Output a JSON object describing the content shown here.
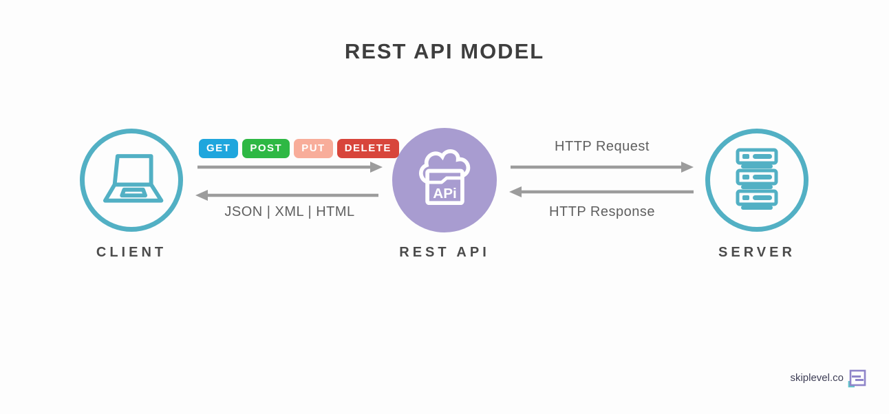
{
  "title": "REST API MODEL",
  "nodes": {
    "client": {
      "label": "CLIENT"
    },
    "rest_api": {
      "label": "REST API",
      "icon_text": "APi"
    },
    "server": {
      "label": "SERVER"
    }
  },
  "methods": [
    {
      "label": "GET",
      "color": "#1fa6dd"
    },
    {
      "label": "POST",
      "color": "#2eb844"
    },
    {
      "label": "PUT",
      "color": "#f8ad9a"
    },
    {
      "label": "DELETE",
      "color": "#d8453b"
    }
  ],
  "client_api_flow": {
    "formats_label": "JSON | XML | HTML"
  },
  "api_server_flow": {
    "request_label": "HTTP Request",
    "response_label": "HTTP Response"
  },
  "footer": {
    "brand": "skiplevel.co"
  },
  "colors": {
    "accent_teal": "#52b0c4",
    "accent_purple": "#a89cd0",
    "arrow_gray": "#9c9c9c",
    "title_color": "#3e3e3e"
  }
}
